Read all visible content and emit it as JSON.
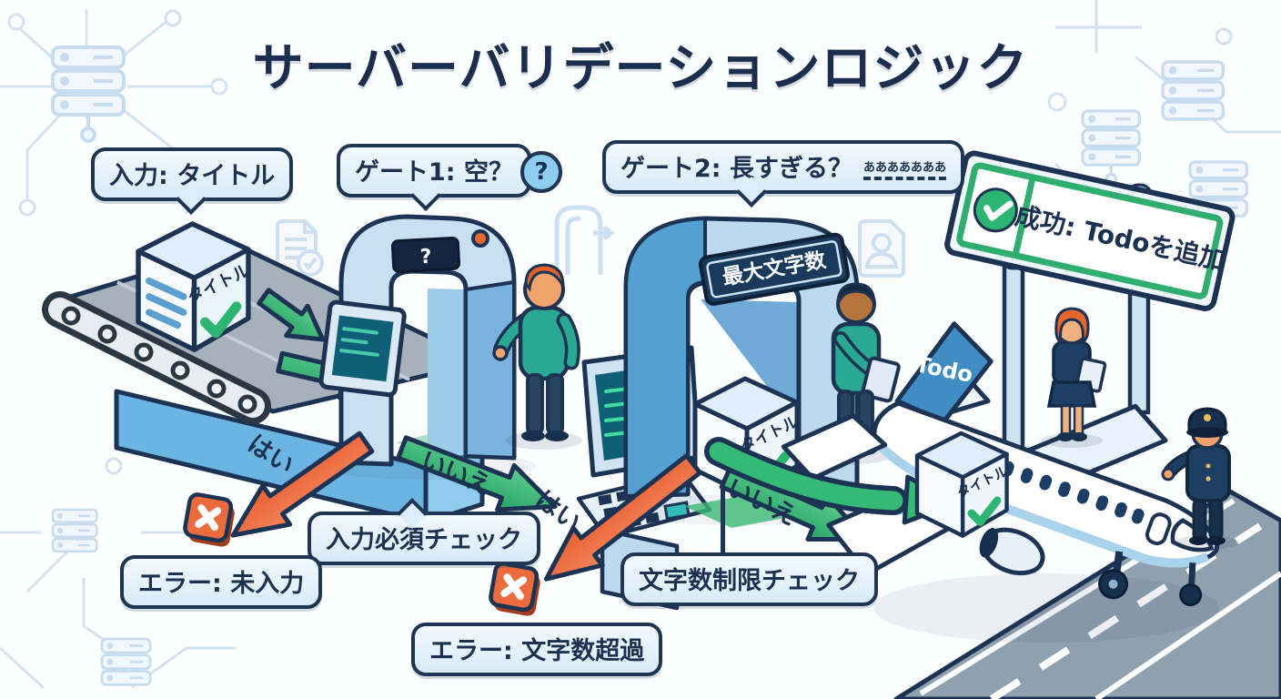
{
  "title": "サーバーバリデーションロジック",
  "bubbles": {
    "input": "入力: タイトル",
    "gate1": "ゲート1: 空？",
    "gate2": "ゲート2: 長すぎる？",
    "gate2_note": "あああああああ",
    "check1": "入力必須チェック",
    "check2": "文字数制限チェック",
    "error1": "エラー: 未入力",
    "error2": "エラー: 文字数超過"
  },
  "badges": {
    "question": "?",
    "gate1_panel": "?",
    "gate2_sign": "最大文字数"
  },
  "arrows": {
    "yes": "はい",
    "no": "いいえ"
  },
  "package": {
    "label": "タイトル"
  },
  "success": {
    "label": "成功: Todoを追加"
  },
  "plane": {
    "tail": "Todo"
  },
  "colors": {
    "navy": "#1e3553",
    "green": "#2fae6f",
    "orange": "#ee6a3c",
    "gate_blue": "#7db9e2",
    "bubble_bg": "#ddeefa",
    "decor_blue": "#cfe0f1"
  }
}
